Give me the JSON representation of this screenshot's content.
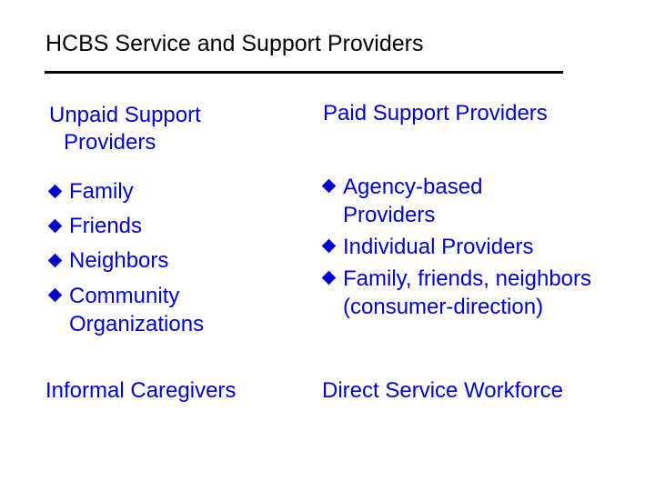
{
  "title": "HCBS Service and Support Providers",
  "left_column": {
    "heading_line1": "Unpaid Support",
    "heading_line2": "Providers",
    "items": [
      "Family",
      "Friends",
      "Neighbors",
      "Community Organizations"
    ],
    "footer": "Informal Caregivers"
  },
  "right_column": {
    "heading": "Paid Support Providers",
    "items": [
      "Agency-based Providers",
      "Individual Providers",
      "Family, friends, neighbors (consumer-direction)"
    ],
    "footer": "Direct Service Workforce"
  },
  "colors": {
    "body_text": "#0000cc",
    "title_text": "#000000"
  },
  "bullet_icon": "diamond-bullet-icon"
}
